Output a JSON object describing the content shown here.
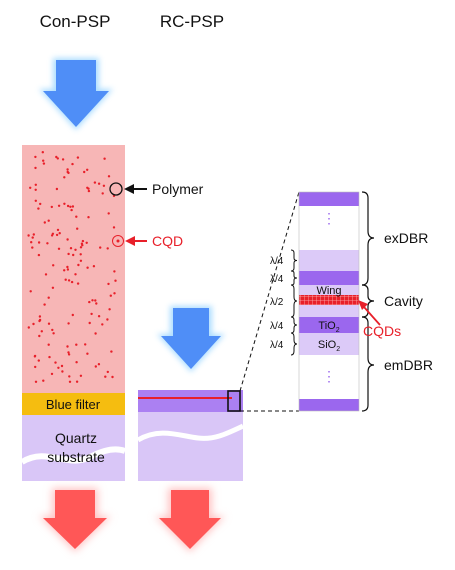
{
  "labels": {
    "con_psp": "Con-PSP",
    "rc_psp": "RC-PSP",
    "polymer": "Polymer",
    "cqd": "CQD",
    "blue_filter": "Blue filter",
    "quartz_line1": "Quartz",
    "quartz_line2": "substrate",
    "wing": "Wing",
    "tio2": "TiO",
    "sio2": "SiO",
    "sub2": "2",
    "cavity": "Cavity",
    "cqds": "CQDs",
    "exdbr": "exDBR",
    "emdbr": "emDBR",
    "lambda4": "λ/4",
    "lambda2": "λ/2"
  },
  "colors": {
    "blue_arrow": "#4f8ef7",
    "blue_glow": "#a9dcff",
    "red_arrow": "#ff5757",
    "red_glow": "#ffc4c4",
    "polymer_fill": "#f7b6b6",
    "filter": "#f5bd10",
    "quartz": "#d9c6f7",
    "dbr_dark": "#9b67ee",
    "dbr_light": "#dccaf8",
    "cqd_red": "#e8202a"
  }
}
